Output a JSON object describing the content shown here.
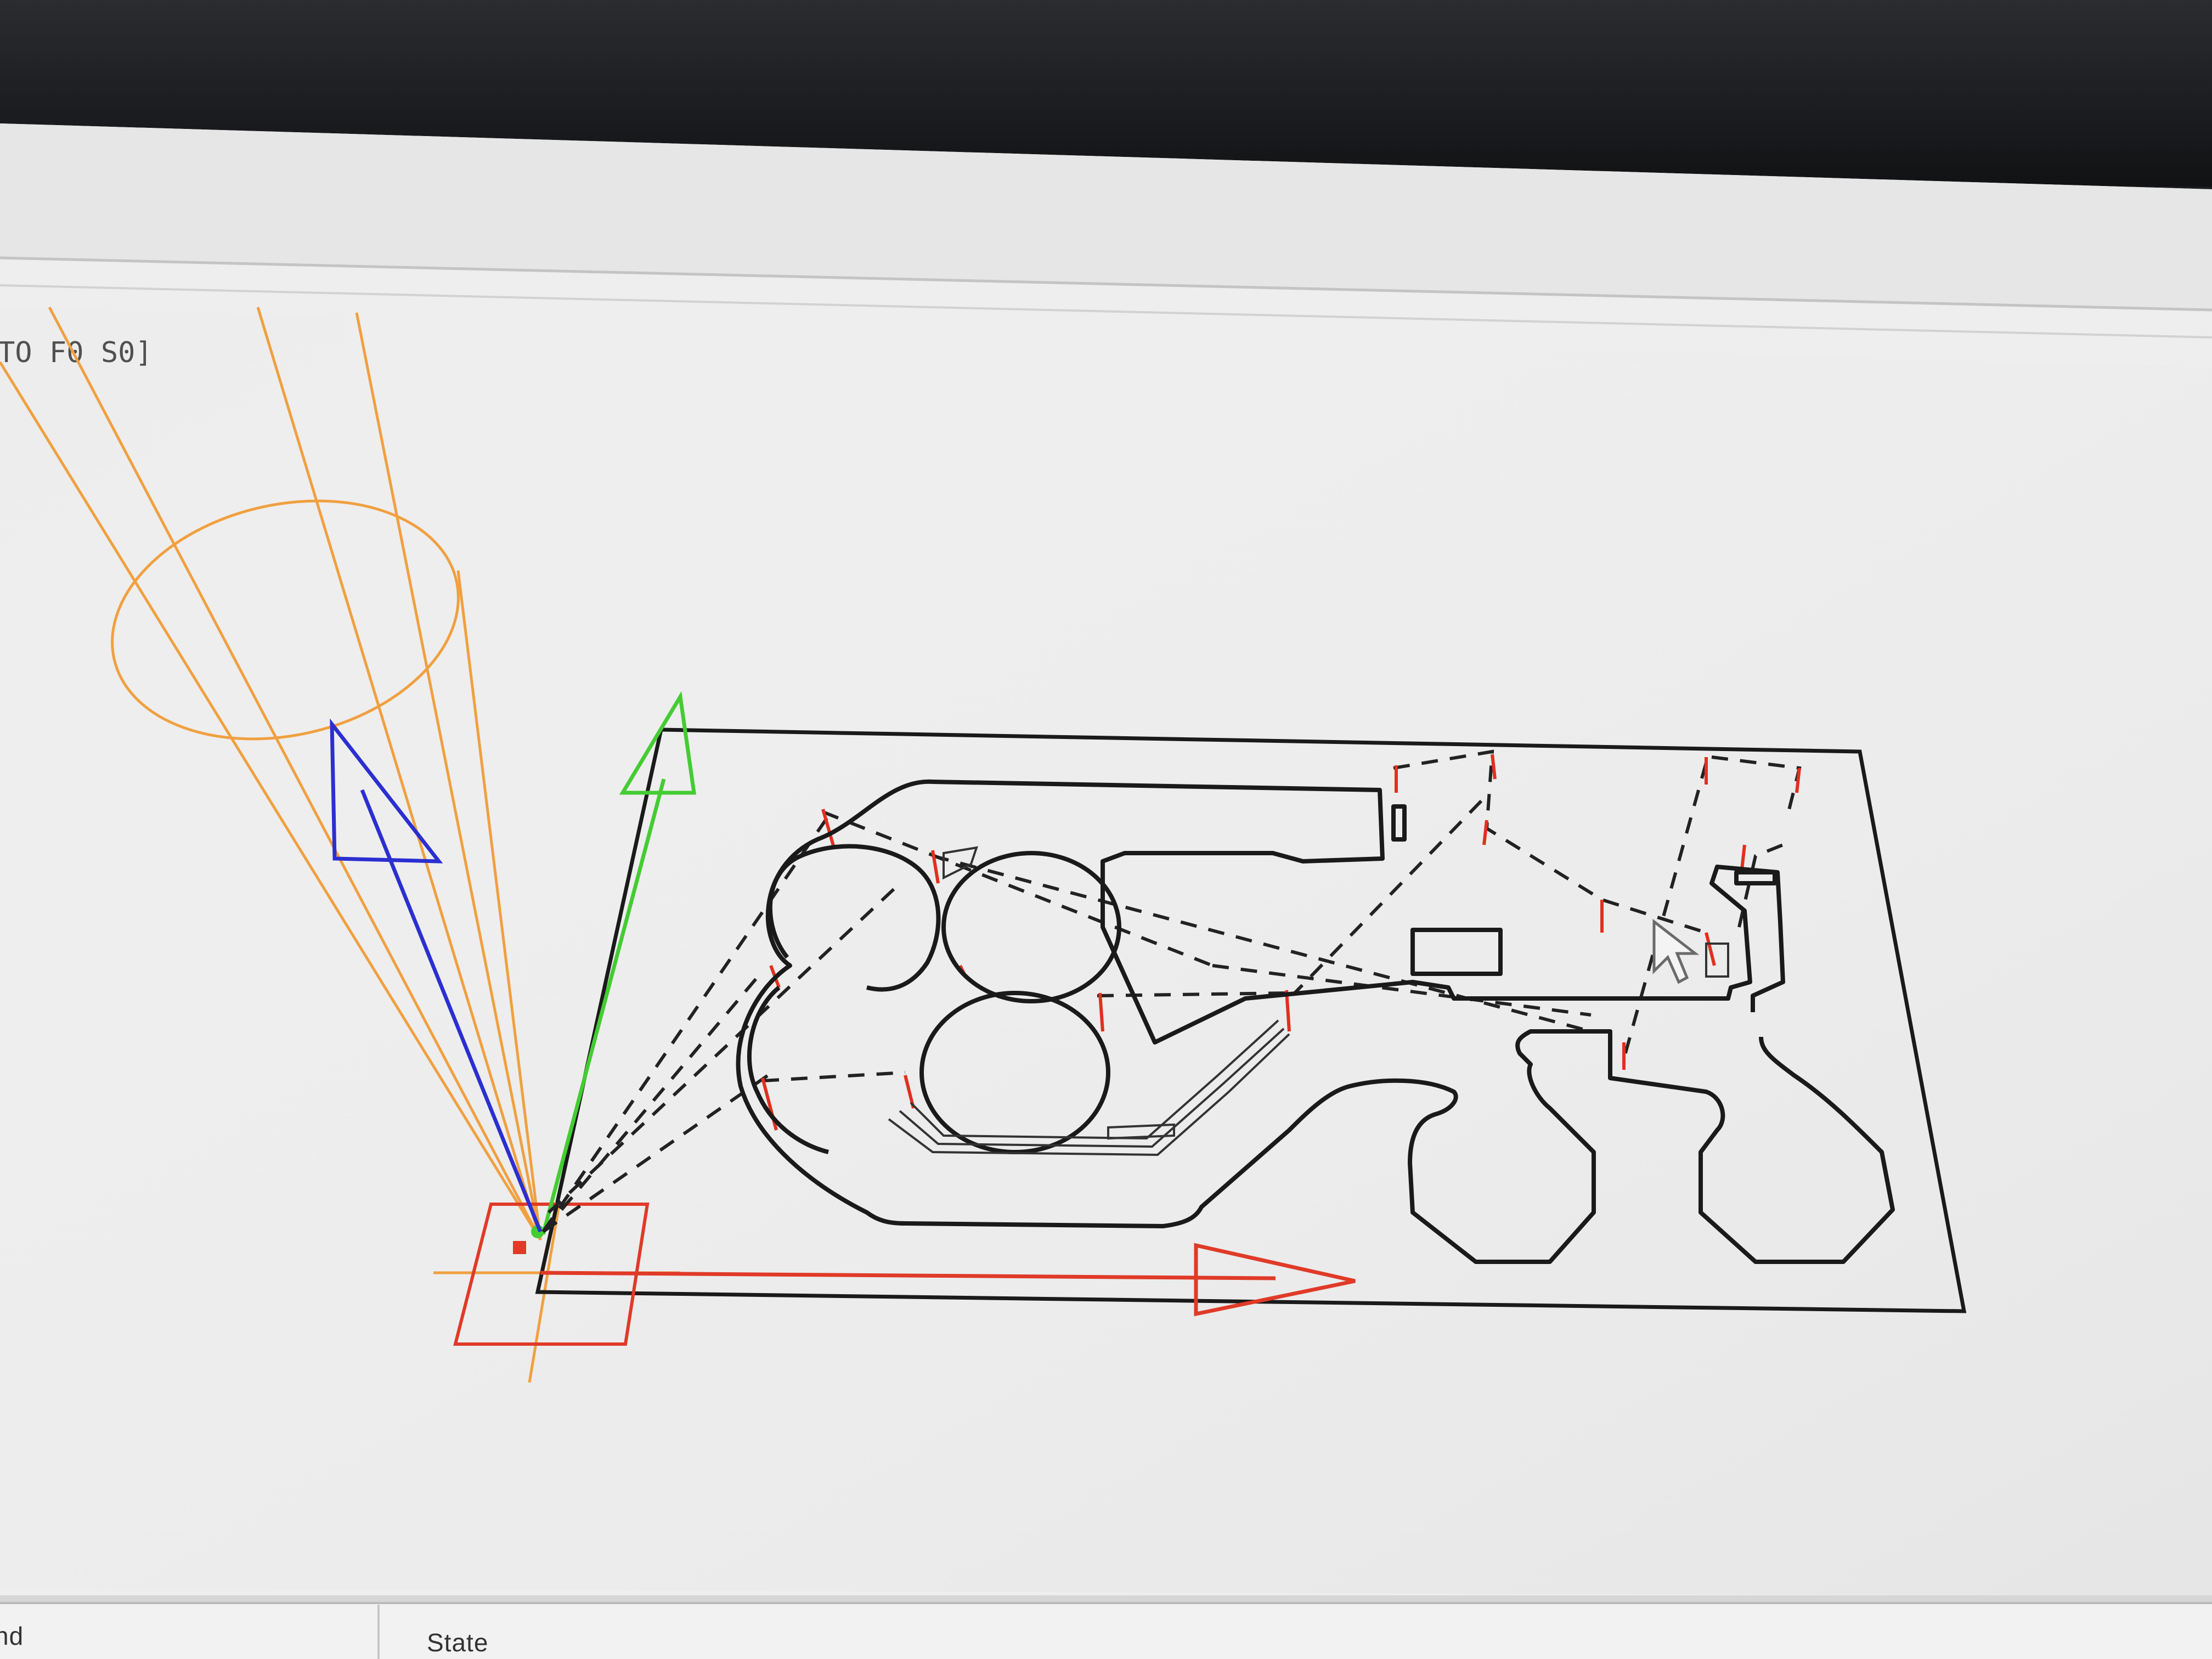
{
  "viewport": {
    "view_label": "TO F0 S0]"
  },
  "status_bar": {
    "columns": [
      {
        "label": "nd"
      },
      {
        "label": "State"
      }
    ]
  },
  "colors": {
    "toolpath": "#1a1a1a",
    "rapid_move": "#222222",
    "lead_in": "#e0301e",
    "x_axis": "#e03a28",
    "y_axis": "#44cc33",
    "z_axis": "#2b2fd0",
    "tool_cone": "#f0a040",
    "viewport_bg": "#ececec"
  },
  "icons": {
    "splitter_handle": "drag-dots-icon",
    "mouse_cursor": "arrow-cursor-icon"
  }
}
